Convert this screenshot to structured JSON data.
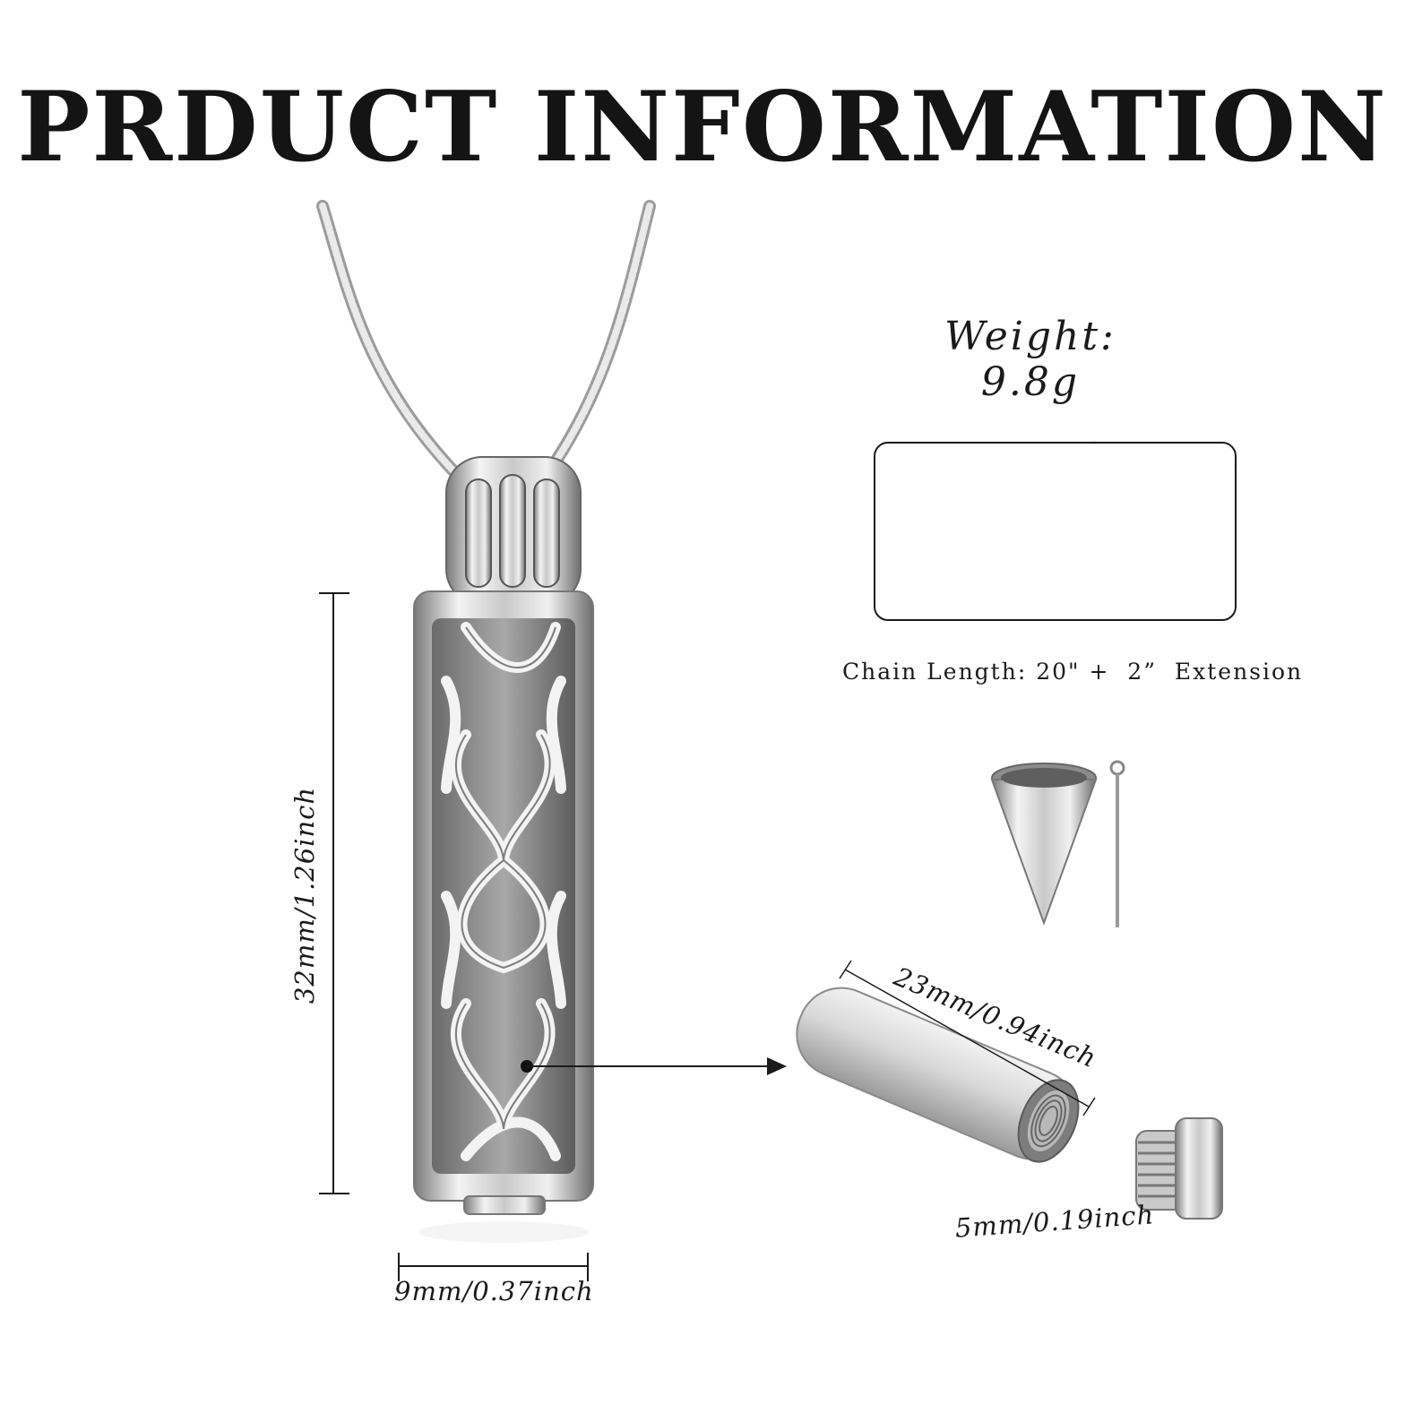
{
  "header": {
    "title": "PRDUCT INFORMATION"
  },
  "specs": {
    "weight": "Weight: 9.8g",
    "chain_length": "Chain Length: 20\" +  2”  Extension"
  },
  "dimensions": {
    "pendant_height": "32mm/1.26inch",
    "pendant_width": "9mm/0.37inch",
    "tube_length": "23mm/0.94inch",
    "tube_opening": "5mm/0.19inch"
  },
  "colors": {
    "text": "#1a1a1a",
    "silver_light": "#eeeeee",
    "silver_dark": "#6e6e6e"
  }
}
